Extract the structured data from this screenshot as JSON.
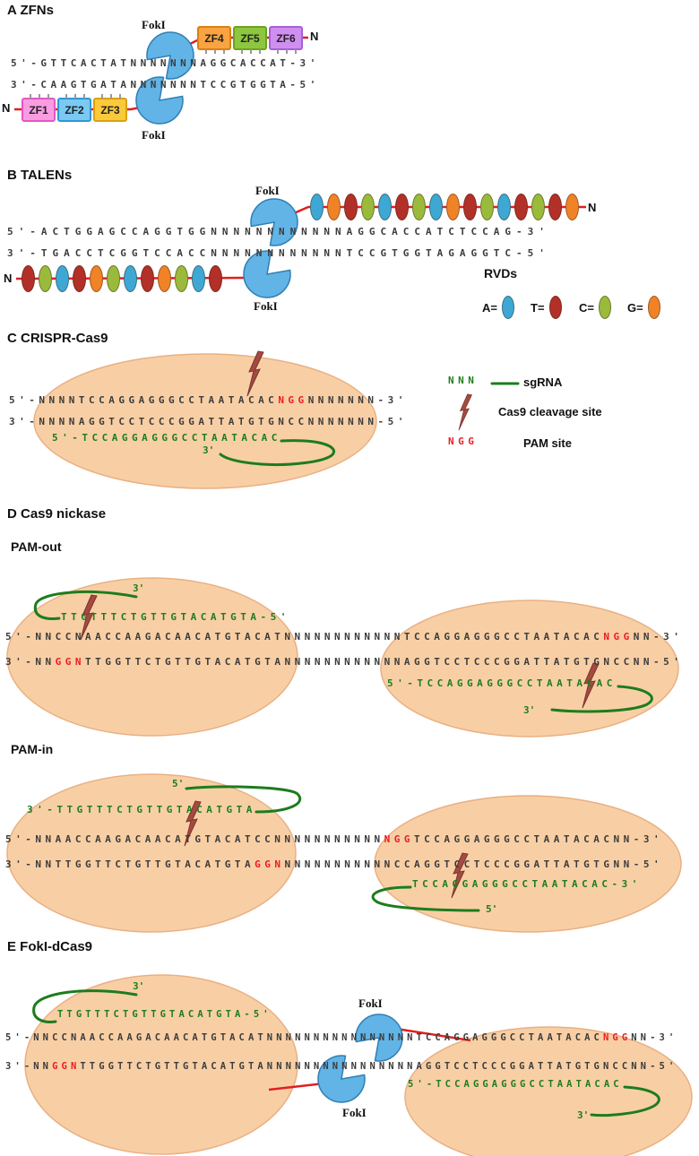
{
  "palette": {
    "peach_fill": "#f8cfa5",
    "peach_stroke": "#e9b083",
    "foki_fill": "#62b4e6",
    "foki_stroke": "#2e7fb5",
    "red_line": "#e11f1f",
    "red": "#ec1c24",
    "green": "#1d7c1d",
    "bolt_fill": "#a54a41",
    "bolt_stroke": "#7c342d",
    "seq_color": "#3c3c3c"
  },
  "panel_a": {
    "title": "A  ZFNs",
    "foki_top": "FokI",
    "foki_bottom": "FokI",
    "n_left": "N",
    "n_right": "N",
    "zf_top": [
      {
        "label": "ZF4",
        "fill": "#f9a341",
        "stroke": "#db7f12"
      },
      {
        "label": "ZF5",
        "fill": "#8dc63f",
        "stroke": "#6da21e"
      },
      {
        "label": "ZF6",
        "fill": "#cf8ff0",
        "stroke": "#a75fd6"
      }
    ],
    "zf_bottom": [
      {
        "label": "ZF1",
        "fill": "#fa9ce2",
        "stroke": "#e556c4"
      },
      {
        "label": "ZF2",
        "fill": "#79c9f2",
        "stroke": "#2f96d4"
      },
      {
        "label": "ZF3",
        "fill": "#fbc93a",
        "stroke": "#d7a30e"
      }
    ],
    "seq_top": [
      {
        "t": "5'-GTTCACTATNNNNNNNAGGCACCAT-3'"
      }
    ],
    "seq_bottom": [
      {
        "t": "3'-CAAGTGATANNNNNNNTCCGTGGTA-5'"
      }
    ]
  },
  "panel_b": {
    "title": "B  TALENs",
    "foki_top": "FokI",
    "foki_bottom": "FokI",
    "n_left": "N",
    "n_right": "N",
    "rvd_colors": {
      "A": "#3ea8d5",
      "T": "#b23028",
      "C": "#9aba3c",
      "G": "#f08227"
    },
    "chain_top": [
      "A",
      "G",
      "T",
      "C",
      "A",
      "T",
      "C",
      "A",
      "G",
      "T",
      "C",
      "A",
      "T",
      "C",
      "T",
      "G"
    ],
    "chain_bottom": [
      "T",
      "C",
      "A",
      "T",
      "G",
      "C",
      "A",
      "T",
      "G",
      "C",
      "A",
      "T"
    ],
    "seq_top": [
      {
        "t": "5'-ACTGGAGCCAGGTGGNNNNNNNNNNNNAGGCACCATCTCCAG-3'"
      }
    ],
    "seq_bottom": [
      {
        "t": "3'-TGACCTCGGTCCACCNNNNNNNNNNNNTCCGTGGTAGAGGTC-5'"
      }
    ],
    "rvd_title": "RVDs",
    "rvd_legend": [
      {
        "label": "A=",
        "letter": "A"
      },
      {
        "label": "T=",
        "letter": "T"
      },
      {
        "label": "C=",
        "letter": "C"
      },
      {
        "label": "G=",
        "letter": "G"
      }
    ]
  },
  "panel_c": {
    "title": "C  CRISPR-Cas9",
    "seq_top": [
      {
        "t": "5'-NNNNTCCAGGAGGGCCTAATACAC"
      },
      {
        "t": "NGG",
        "c": "red"
      },
      {
        "t": "NNNNNNN-3'"
      }
    ],
    "seq_bottom": [
      {
        "t": "3'-NNNNAGGTCCTCCCGGATTATGTGNCCNNNNNNN-5'"
      }
    ],
    "sgrna": [
      {
        "t": "5'-TCCAGGAGGGCCTAATACAC",
        "c": "green"
      }
    ],
    "three_prime": "3'",
    "legend": {
      "nnn": [
        {
          "t": "NNN",
          "c": "green"
        }
      ],
      "sgrna_label": "sgRNA",
      "cleavage_label": "Cas9 cleavage site",
      "ngg": [
        {
          "t": "NGG",
          "c": "red"
        }
      ],
      "pam_label": "PAM site"
    }
  },
  "panel_d": {
    "title": "D  Cas9 nickase",
    "pam_out": {
      "label": "PAM-out",
      "left_three_prime": "3'",
      "sgrna_left": [
        {
          "t": "TTGTTTCTGTTGTACATGTA-5'",
          "c": "green"
        }
      ],
      "seq_top": [
        {
          "t": "5'-NNCCNAACCAAGACAACATGTACATNNNNNNNNNNNNTCCAGGAGGGCCTAATACAC"
        },
        {
          "t": "NGG",
          "c": "red"
        },
        {
          "t": "NN-3'"
        }
      ],
      "seq_bottom": [
        {
          "t": "3'-NN"
        },
        {
          "t": "GGN",
          "c": "red"
        },
        {
          "t": "TTGGTTCTGTTGTACATGTANNNNNNNNNNNNAGGTCCTCCCGGATTATGTGNCCNN-5'"
        }
      ],
      "sgrna_right": [
        {
          "t": "5'-TCCAGGAGGGCCTAATACAC",
          "c": "green"
        }
      ],
      "right_three_prime": "3'"
    },
    "pam_in": {
      "label": "PAM-in",
      "left_five_prime": "5'",
      "sgrna_left": [
        {
          "t": "3'-TTGTTTCTGTTGTACATGTA",
          "c": "green"
        }
      ],
      "seq_top": [
        {
          "t": "5'-NNAACCAAGACAACATGTACATCCNNNNNNNNNNN"
        },
        {
          "t": "NGG",
          "c": "red"
        },
        {
          "t": "TCCAGGAGGGCCTAATACACNN-3'"
        }
      ],
      "seq_bottom": [
        {
          "t": "3'-NNTTGGTTCTGTTGTACATGTA"
        },
        {
          "t": "GGN",
          "c": "red"
        },
        {
          "t": "NNNNNNNNNNNCCAGGTCCTCCCGGATTATGTGNN-5'"
        }
      ],
      "sgrna_right": [
        {
          "t": "TCCAGGAGGGCCTAATACAC-3'",
          "c": "green"
        }
      ],
      "right_five_prime": "5'"
    }
  },
  "panel_e": {
    "title": "E  FokI-dCas9",
    "foki_top": "FokI",
    "foki_bottom": "FokI",
    "left_three_prime": "3'",
    "sgrna_left": [
      {
        "t": "TTGTTTCTGTTGTACATGTA-5'",
        "c": "green"
      }
    ],
    "seq_top": [
      {
        "t": "5'-NNCCNAACCAAGACAACATGTACATNNNNNNNNNNNNNNNNTCCAGGAGGGCCTAATACAC"
      },
      {
        "t": "NGG",
        "c": "red"
      },
      {
        "t": "NN-3'"
      }
    ],
    "seq_bottom": [
      {
        "t": "3'-NN"
      },
      {
        "t": "GGN",
        "c": "red"
      },
      {
        "t": "TTGGTTCTGTTGTACATGTANNNNNNNNNNNNNNNNAGGTCCTCCCGGATTATGTGNCCNN-5'"
      }
    ],
    "sgrna_right": [
      {
        "t": "5'-TCCAGGAGGGCCTAATACAC",
        "c": "green"
      }
    ],
    "right_three_prime": "3'"
  }
}
